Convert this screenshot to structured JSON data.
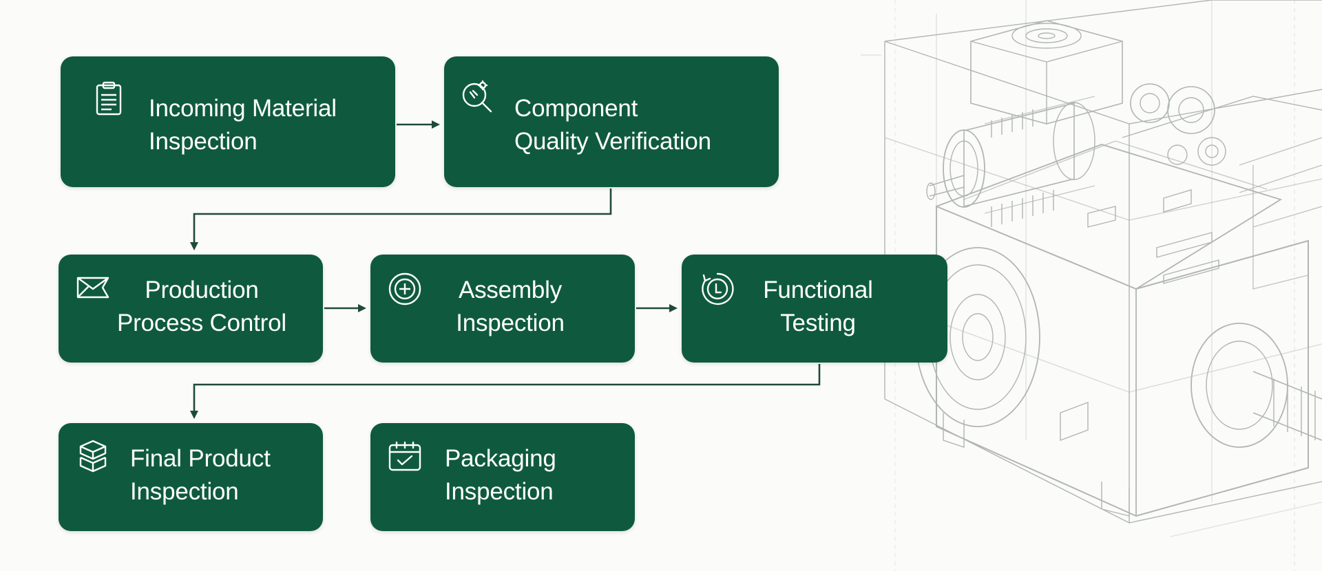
{
  "diagram": {
    "colors": {
      "box_fill": "#0f5a3f",
      "box_text": "#ffffff",
      "connector": "#1f4a38",
      "background": "#fbfbf9",
      "sketch_line": "#9aa09c"
    },
    "steps": [
      {
        "id": "incoming",
        "icon": "clipboard-icon",
        "line1": "Incoming Material",
        "line2": "Inspection"
      },
      {
        "id": "component",
        "icon": "magnifier-gear-icon",
        "line1": "Component",
        "line2": "Quality Verification"
      },
      {
        "id": "production",
        "icon": "envelope-icon",
        "line1": "Production",
        "line2": "Process Control"
      },
      {
        "id": "assembly",
        "icon": "target-plus-icon",
        "line1": "Assembly",
        "line2": "Inspection"
      },
      {
        "id": "functional",
        "icon": "clock-cycle-icon",
        "line1": "Functional",
        "line2": "Testing"
      },
      {
        "id": "final",
        "icon": "stacked-boxes-icon",
        "line1": "Final Product",
        "line2": "Inspection"
      },
      {
        "id": "packaging",
        "icon": "calendar-check-icon",
        "line1": "Packaging",
        "line2": "Inspection"
      }
    ],
    "background_image": {
      "icon": "machine-sketch-icon"
    }
  }
}
